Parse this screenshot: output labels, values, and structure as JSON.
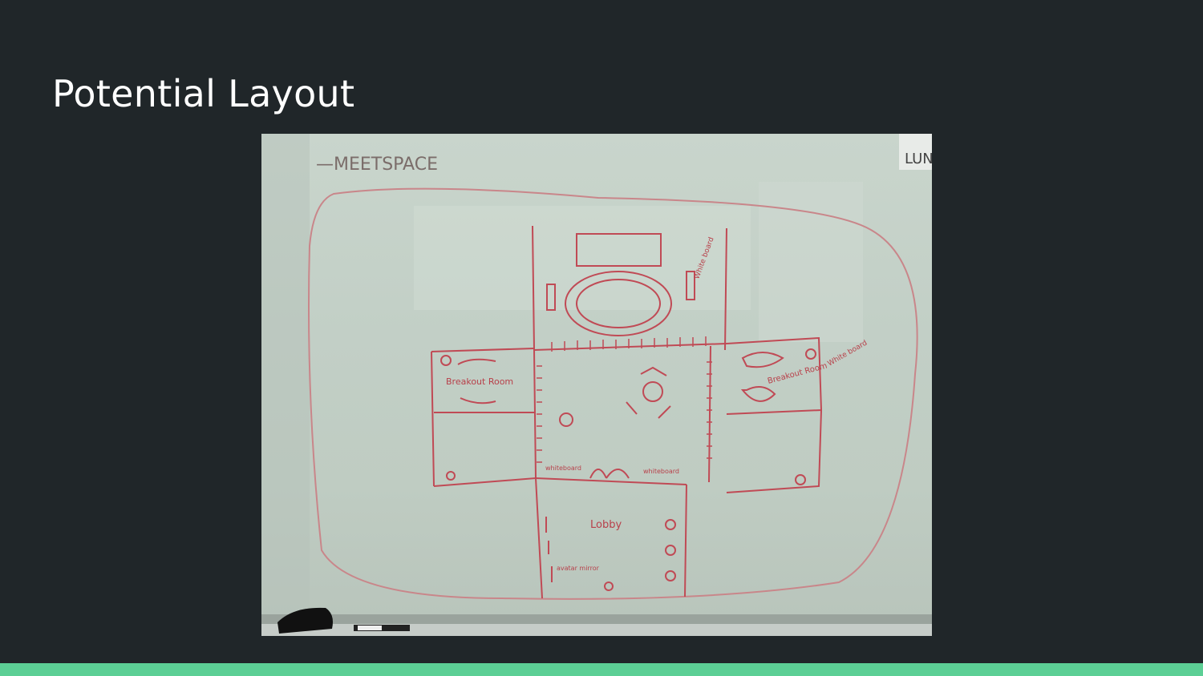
{
  "slide": {
    "title": "Potential Layout",
    "accent_color": "#5ccf95",
    "background_color": "#202629"
  },
  "whiteboard": {
    "heading": "—MEETSPACE",
    "corner_note": "LUN",
    "labels": {
      "whiteboard_top": "White board",
      "whiteboard_right": "White board",
      "breakout_left": "Breakout Room",
      "breakout_right": "Breakout Room",
      "whiteboard_left_bottom": "whiteboard",
      "whiteboard_right_bottom": "whiteboard",
      "lobby": "Lobby",
      "mirror": "avatar mirror"
    }
  }
}
